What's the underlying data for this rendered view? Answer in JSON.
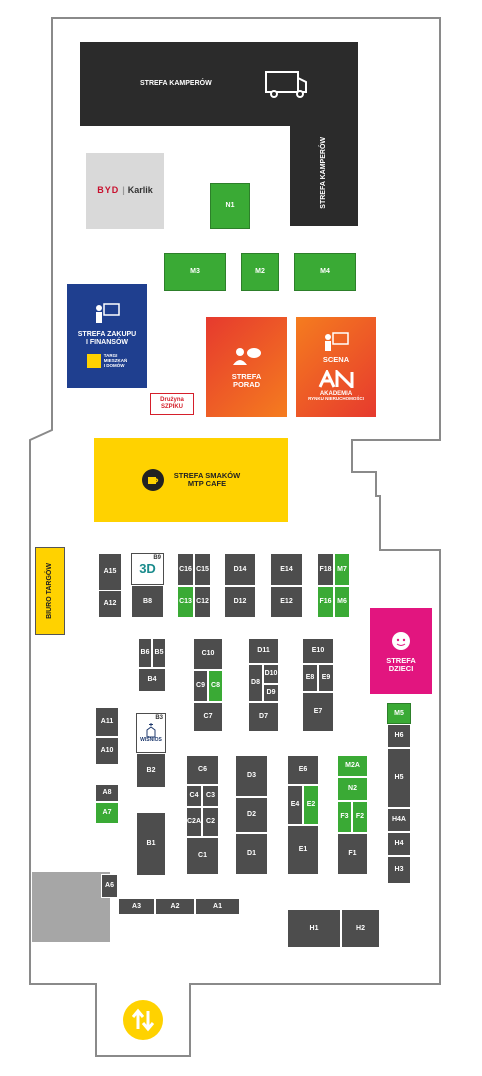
{
  "zones": {
    "kamperow_top": "STREFA KAMPERÓW",
    "kamperow_side": "STREFA KAMPERÓW",
    "zakupu_line1": "STREFA ZAKUPU",
    "zakupu_line2": "I FINANSÓW",
    "targi_line1": "TARGI",
    "targi_line2": "MIESZKAŃ",
    "targi_line3": "I DOMÓW",
    "porad_line1": "STREFA",
    "porad_line2": "PORAD",
    "scena": "SCENA",
    "akademia_line1": "AKADEMIA",
    "akademia_line2": "RYNKU NIERUCHOMOŚCI",
    "druzyna_line1": "Drużyna",
    "druzyna_line2": "SZPIKU",
    "smakow_line1": "STREFA SMAKÓW",
    "smakow_line2": "MTP CAFE",
    "biuro": "BIURO TARGÓW",
    "dzieci_line1": "STREFA",
    "dzieci_line2": "DZIECI",
    "byd": "BYD",
    "karlik": "Karlik",
    "trzy_d": "3D",
    "wisnios": "WIŚNIOS"
  },
  "stands": {
    "N1": "N1",
    "M3": "M3",
    "M2": "M2",
    "M4": "M4",
    "A15": "A15",
    "A12": "A12",
    "B9": "B9",
    "B8": "B8",
    "C16": "C16",
    "C15": "C15",
    "C13": "C13",
    "C12": "C12",
    "D14": "D14",
    "D12": "D12",
    "E14": "E14",
    "E12": "E12",
    "F18": "F18",
    "M7": "M7",
    "F16": "F16",
    "M6": "M6",
    "B6": "B6",
    "B5": "B5",
    "B4": "B4",
    "C10": "C10",
    "C9": "C9",
    "C8": "C8",
    "C7": "C7",
    "D11": "D11",
    "D8": "D8",
    "D10": "D10",
    "D9": "D9",
    "D7": "D7",
    "E10": "E10",
    "E8": "E8",
    "E9": "E9",
    "E7": "E7",
    "A11": "A11",
    "A10": "A10",
    "B3": "B3",
    "B2": "B2",
    "M5": "M5",
    "H6": "H6",
    "H5": "H5",
    "H4A": "H4A",
    "H4": "H4",
    "H3": "H3",
    "A8": "A8",
    "A7": "A7",
    "C6": "C6",
    "C4": "C4",
    "C3": "C3",
    "C2A": "C2A",
    "C2": "C2",
    "C1": "C1",
    "D3": "D3",
    "D2": "D2",
    "D1": "D1",
    "E6": "E6",
    "E4": "E4",
    "E2": "E2",
    "E1": "E1",
    "M2A": "M2A",
    "N2": "N2",
    "F3": "F3",
    "F2": "F2",
    "F1": "F1",
    "B1": "B1",
    "A6": "A6",
    "A3": "A3",
    "A2": "A2",
    "A1": "A1",
    "H1": "H1",
    "H2": "H2"
  },
  "colors": {
    "dark_stand": "#4d4d4d",
    "green_stand": "#3aaa35",
    "kamper": "#2b2b2b",
    "yellow": "#ffd200",
    "blue": "#1f3f8f",
    "orange_red": "#ea4a2a",
    "magenta": "#e2157f",
    "gray_area": "#a6a6a6"
  }
}
